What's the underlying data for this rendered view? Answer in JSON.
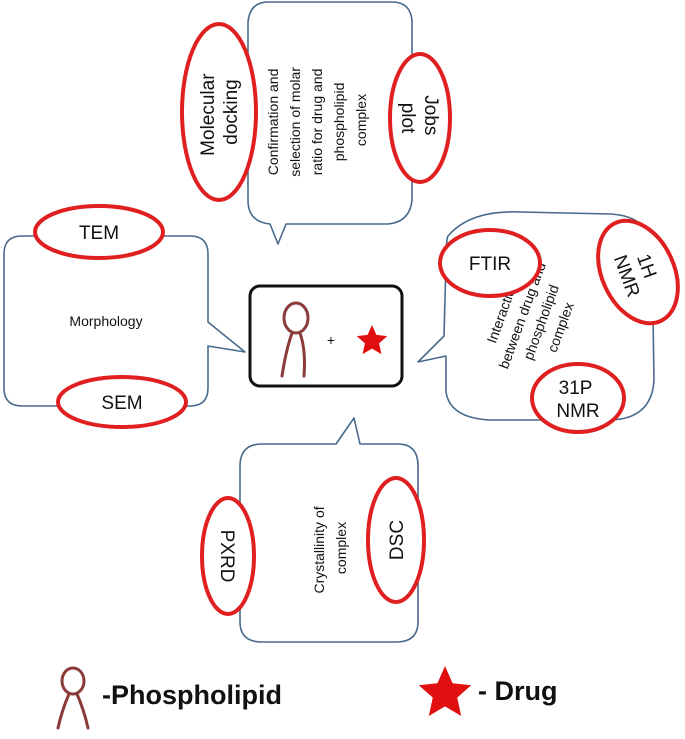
{
  "center": {
    "plus": "+"
  },
  "top": {
    "text": [
      "Confirmation  and",
      "selection of molar",
      "ratio for drug and",
      "phospholipid",
      "complex"
    ],
    "left_ellipse": [
      "Molecular",
      "docking"
    ],
    "right_ellipse": [
      "Jobs",
      "plot"
    ]
  },
  "left": {
    "text": "Morphology",
    "top_ellipse": "TEM",
    "bottom_ellipse": "SEM"
  },
  "right": {
    "text": [
      "Interactions",
      "between drug and",
      "phospholipid",
      "complex"
    ],
    "ellipse_ftir": "FTIR",
    "ellipse_1h": [
      "1H",
      "NMR"
    ],
    "ellipse_31p": [
      "31P",
      "NMR"
    ]
  },
  "bottom": {
    "text": [
      "Crystallinity of",
      "complex"
    ],
    "left_ellipse": "PXRD",
    "right_ellipse": "DSC"
  },
  "legend": {
    "phospholipid": "-Phospholipid",
    "drug": "- Drug"
  },
  "colors": {
    "ellipse_stroke": "#e02020",
    "bubble_stroke": "#4a6a8c",
    "star": "#e01010",
    "phospholipid": "#8b3a3a"
  }
}
